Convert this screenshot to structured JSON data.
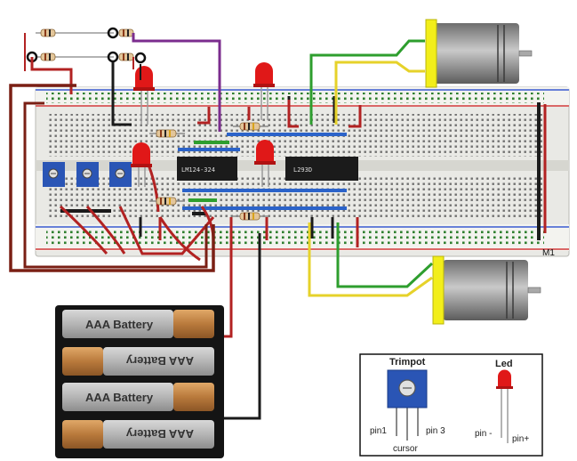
{
  "chips": {
    "left": "LM124-324",
    "right": "L293D"
  },
  "battery_pack": {
    "cells": [
      "AAA Battery",
      "AAA Battery",
      "AAA Battery",
      "AAA Battery"
    ]
  },
  "breadboard": {
    "side_label": "M1"
  },
  "legend": {
    "trimpot_title": "Trimpot",
    "trimpot_pin1": "pin1",
    "trimpot_pin3": "pin 3",
    "trimpot_cursor": "cursor",
    "led_title": "Led",
    "led_pin_minus": "pin -",
    "led_pin_plus": "pin+"
  },
  "colors": {
    "wire_red": "#b22222",
    "wire_dark_red": "#7a1f14",
    "wire_purple": "#7b2d8e",
    "wire_green": "#2e9e2e",
    "wire_yellow": "#e6d22a",
    "wire_blue": "#2b63c9",
    "wire_black": "#1a1a1a",
    "led_red": "#e01818",
    "trimpot_blue": "#2a55b5",
    "motor_body": "#8a8a8a",
    "motor_cap": "#f2ee1a"
  }
}
